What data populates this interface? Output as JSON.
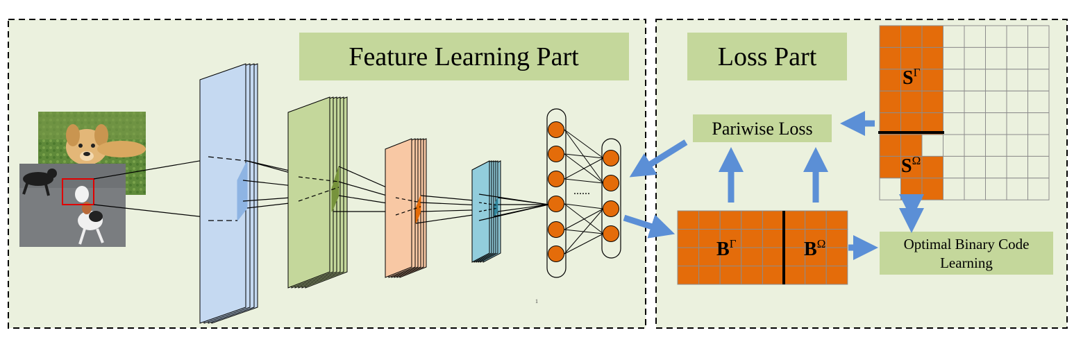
{
  "panels": {
    "feature": {
      "title": "Feature Learning Part"
    },
    "loss": {
      "title": "Loss Part"
    }
  },
  "boxes": {
    "pairwise_loss": "Pariwise Loss",
    "optimal_line1": "Optimal Binary Code",
    "optimal_line2": "Learning"
  },
  "symbols": {
    "b_gamma": "B",
    "b_gamma_sup": "Γ",
    "b_omega": "B",
    "b_omega_sup": "Ω",
    "s_gamma": "S",
    "s_gamma_sup": "Γ",
    "s_omega": "S",
    "s_omega_sup": "Ω"
  },
  "network": {
    "ellipsis": "......",
    "page_mark": "1"
  },
  "colors": {
    "panel_bg": "#ebf1de",
    "title_bg": "#c4d79b",
    "orange": "#e46c0a",
    "arrow": "#5b8fd6",
    "conv1": "#c5d9f1",
    "conv2": "#c4d79b",
    "conv3": "#f8c8a4",
    "conv4": "#92cddc"
  }
}
